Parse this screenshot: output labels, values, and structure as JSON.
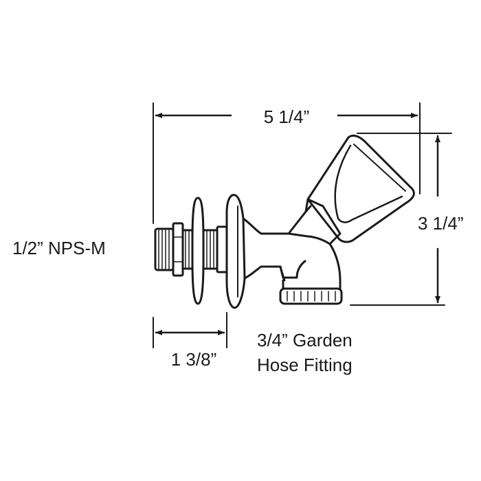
{
  "labels": {
    "overall_width": "5 1/4”",
    "height": "3 1/4”",
    "inlet_thread": "1/2” NPS-M",
    "flange_depth": "1 3/8”",
    "outlet_line1": "3/4” Garden",
    "outlet_line2": "Hose Fitting"
  },
  "colors": {
    "stroke": "#1a1a1a",
    "background": "#ffffff"
  }
}
